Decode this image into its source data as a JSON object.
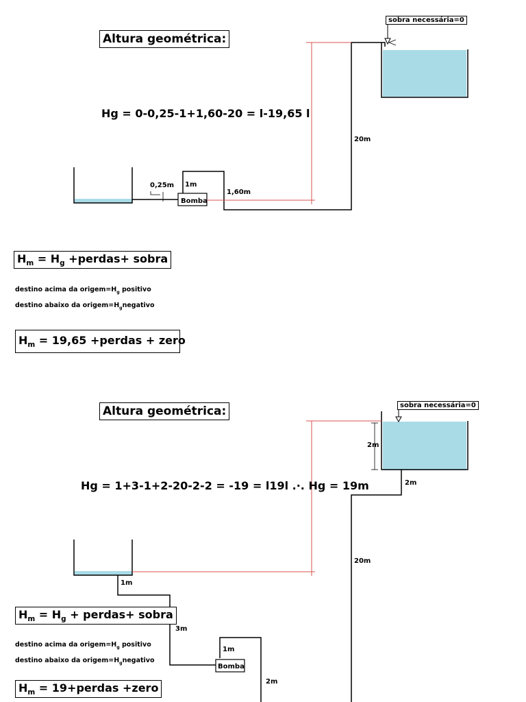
{
  "colors": {
    "water": "#a9dbe7",
    "red_guide": "#d9534f",
    "line": "#000000"
  },
  "top": {
    "title": "Altura geométrica:",
    "equation": "Hg = 0-0,25-1+1,60-20 = l-19,65 l",
    "overflow_label": "sobra necessária=0",
    "labels": {
      "h025": "0,25m",
      "h1": "1m",
      "h160": "1,60m",
      "h20": "20m",
      "pump": "Bomba"
    },
    "formula": {
      "H": "H",
      "m": "m",
      "eq": " = H",
      "g": "g",
      "rest": " +perdas+ sobra"
    },
    "note1": {
      "pre": "destino acima da origem=H",
      "sub": "g",
      "post": " positivo"
    },
    "note2": {
      "pre": "destino abaixo da origem=H",
      "sub": "g",
      "post": "negativo"
    },
    "result": {
      "H": "H",
      "m": "m",
      "rest": " = 19,65 +perdas + zero"
    }
  },
  "bottom": {
    "title": "Altura geométrica:",
    "equation": "Hg = 1+3-1+2-20-2-2 = -19 = l19l .·. Hg = 19m",
    "overflow_label": "sobra necessária=0",
    "labels": {
      "tank2m": "2m",
      "drop2m": "2m",
      "h20": "20m",
      "h1": "1m",
      "h3": "3m",
      "pump1m": "1m",
      "rise2m": "2m",
      "pump": "Bomba"
    },
    "formula": {
      "H": "H",
      "m": "m",
      "eq": " = H",
      "g": "g",
      "rest": " + perdas+ sobra"
    },
    "note1": {
      "pre": "destino acima da origem=H",
      "sub": "g",
      "post": " positivo"
    },
    "note2": {
      "pre": "destino abaixo da origem=H",
      "sub": "g",
      "post": "negativo"
    },
    "result": {
      "H": "H",
      "m": "m",
      "rest": " = 19+perdas +zero"
    }
  }
}
